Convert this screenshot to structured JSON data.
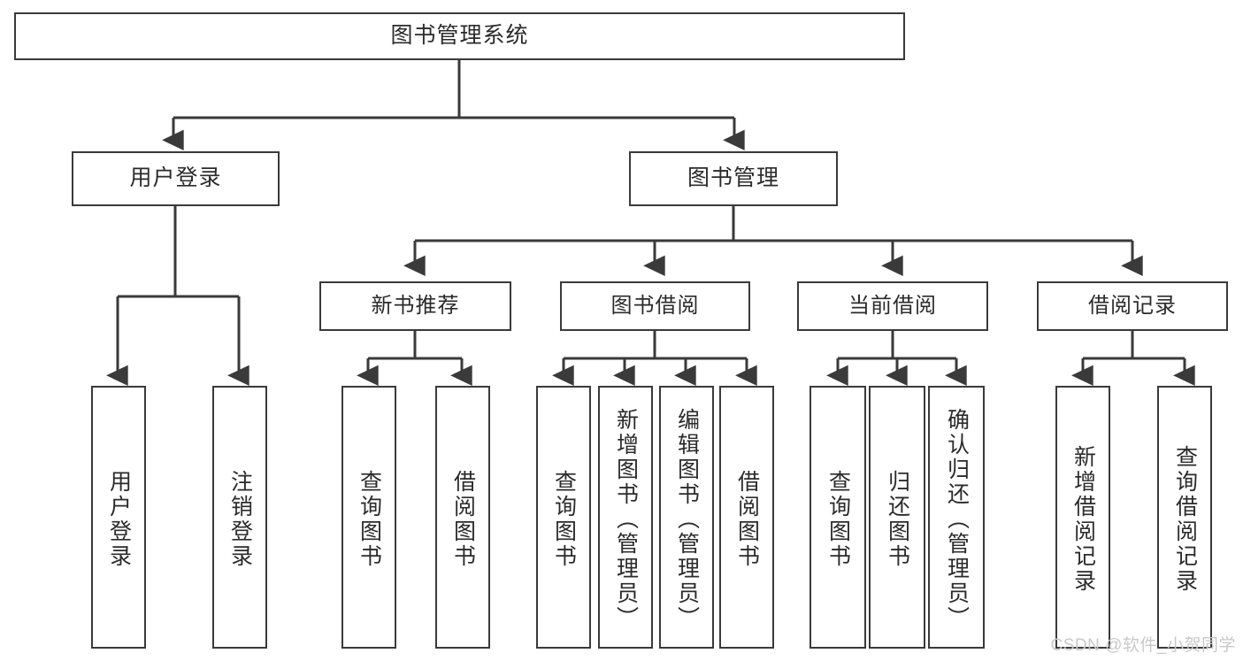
{
  "diagram": {
    "title": "图书管理系统",
    "type": "tree-hierarchy",
    "stroke_color": "#3a3a3a",
    "fill_color": "#ffffff",
    "text_color": "#2b2b2b",
    "watermark": "CSDN @软件_小贺同学"
  },
  "nodes": {
    "root": {
      "label": "图书管理系统"
    },
    "level2": [
      {
        "id": "user-login",
        "label": "用户登录"
      },
      {
        "id": "book-manage",
        "label": "图书管理"
      }
    ],
    "level3": [
      {
        "id": "new-book-recommend",
        "label": "新书推荐"
      },
      {
        "id": "book-borrow",
        "label": "图书借阅"
      },
      {
        "id": "current-borrow",
        "label": "当前借阅"
      },
      {
        "id": "borrow-record",
        "label": "借阅记录"
      }
    ],
    "leaves": [
      {
        "id": "leaf-user-login",
        "label": "用户登录",
        "parent": "user-login"
      },
      {
        "id": "leaf-user-logout",
        "label": "注销登录",
        "parent": "user-login"
      },
      {
        "id": "leaf-query-book-1",
        "label": "查询图书",
        "parent": "new-book-recommend"
      },
      {
        "id": "leaf-borrow-book-1",
        "label": "借阅图书",
        "parent": "new-book-recommend"
      },
      {
        "id": "leaf-query-book-2",
        "label": "查询图书",
        "parent": "book-borrow"
      },
      {
        "id": "leaf-add-book",
        "label": "新增图书（管理员）",
        "parent": "book-borrow"
      },
      {
        "id": "leaf-edit-book",
        "label": "编辑图书（管理员）",
        "parent": "book-borrow"
      },
      {
        "id": "leaf-borrow-book-2",
        "label": "借阅图书",
        "parent": "book-borrow"
      },
      {
        "id": "leaf-query-book-3",
        "label": "查询图书",
        "parent": "current-borrow"
      },
      {
        "id": "leaf-return-book",
        "label": "归还图书",
        "parent": "current-borrow"
      },
      {
        "id": "leaf-confirm-return",
        "label": "确认归还（管理员）",
        "parent": "current-borrow"
      },
      {
        "id": "leaf-add-record",
        "label": "新增借阅记录",
        "parent": "borrow-record"
      },
      {
        "id": "leaf-query-record",
        "label": "查询借阅记录",
        "parent": "borrow-record"
      }
    ]
  }
}
